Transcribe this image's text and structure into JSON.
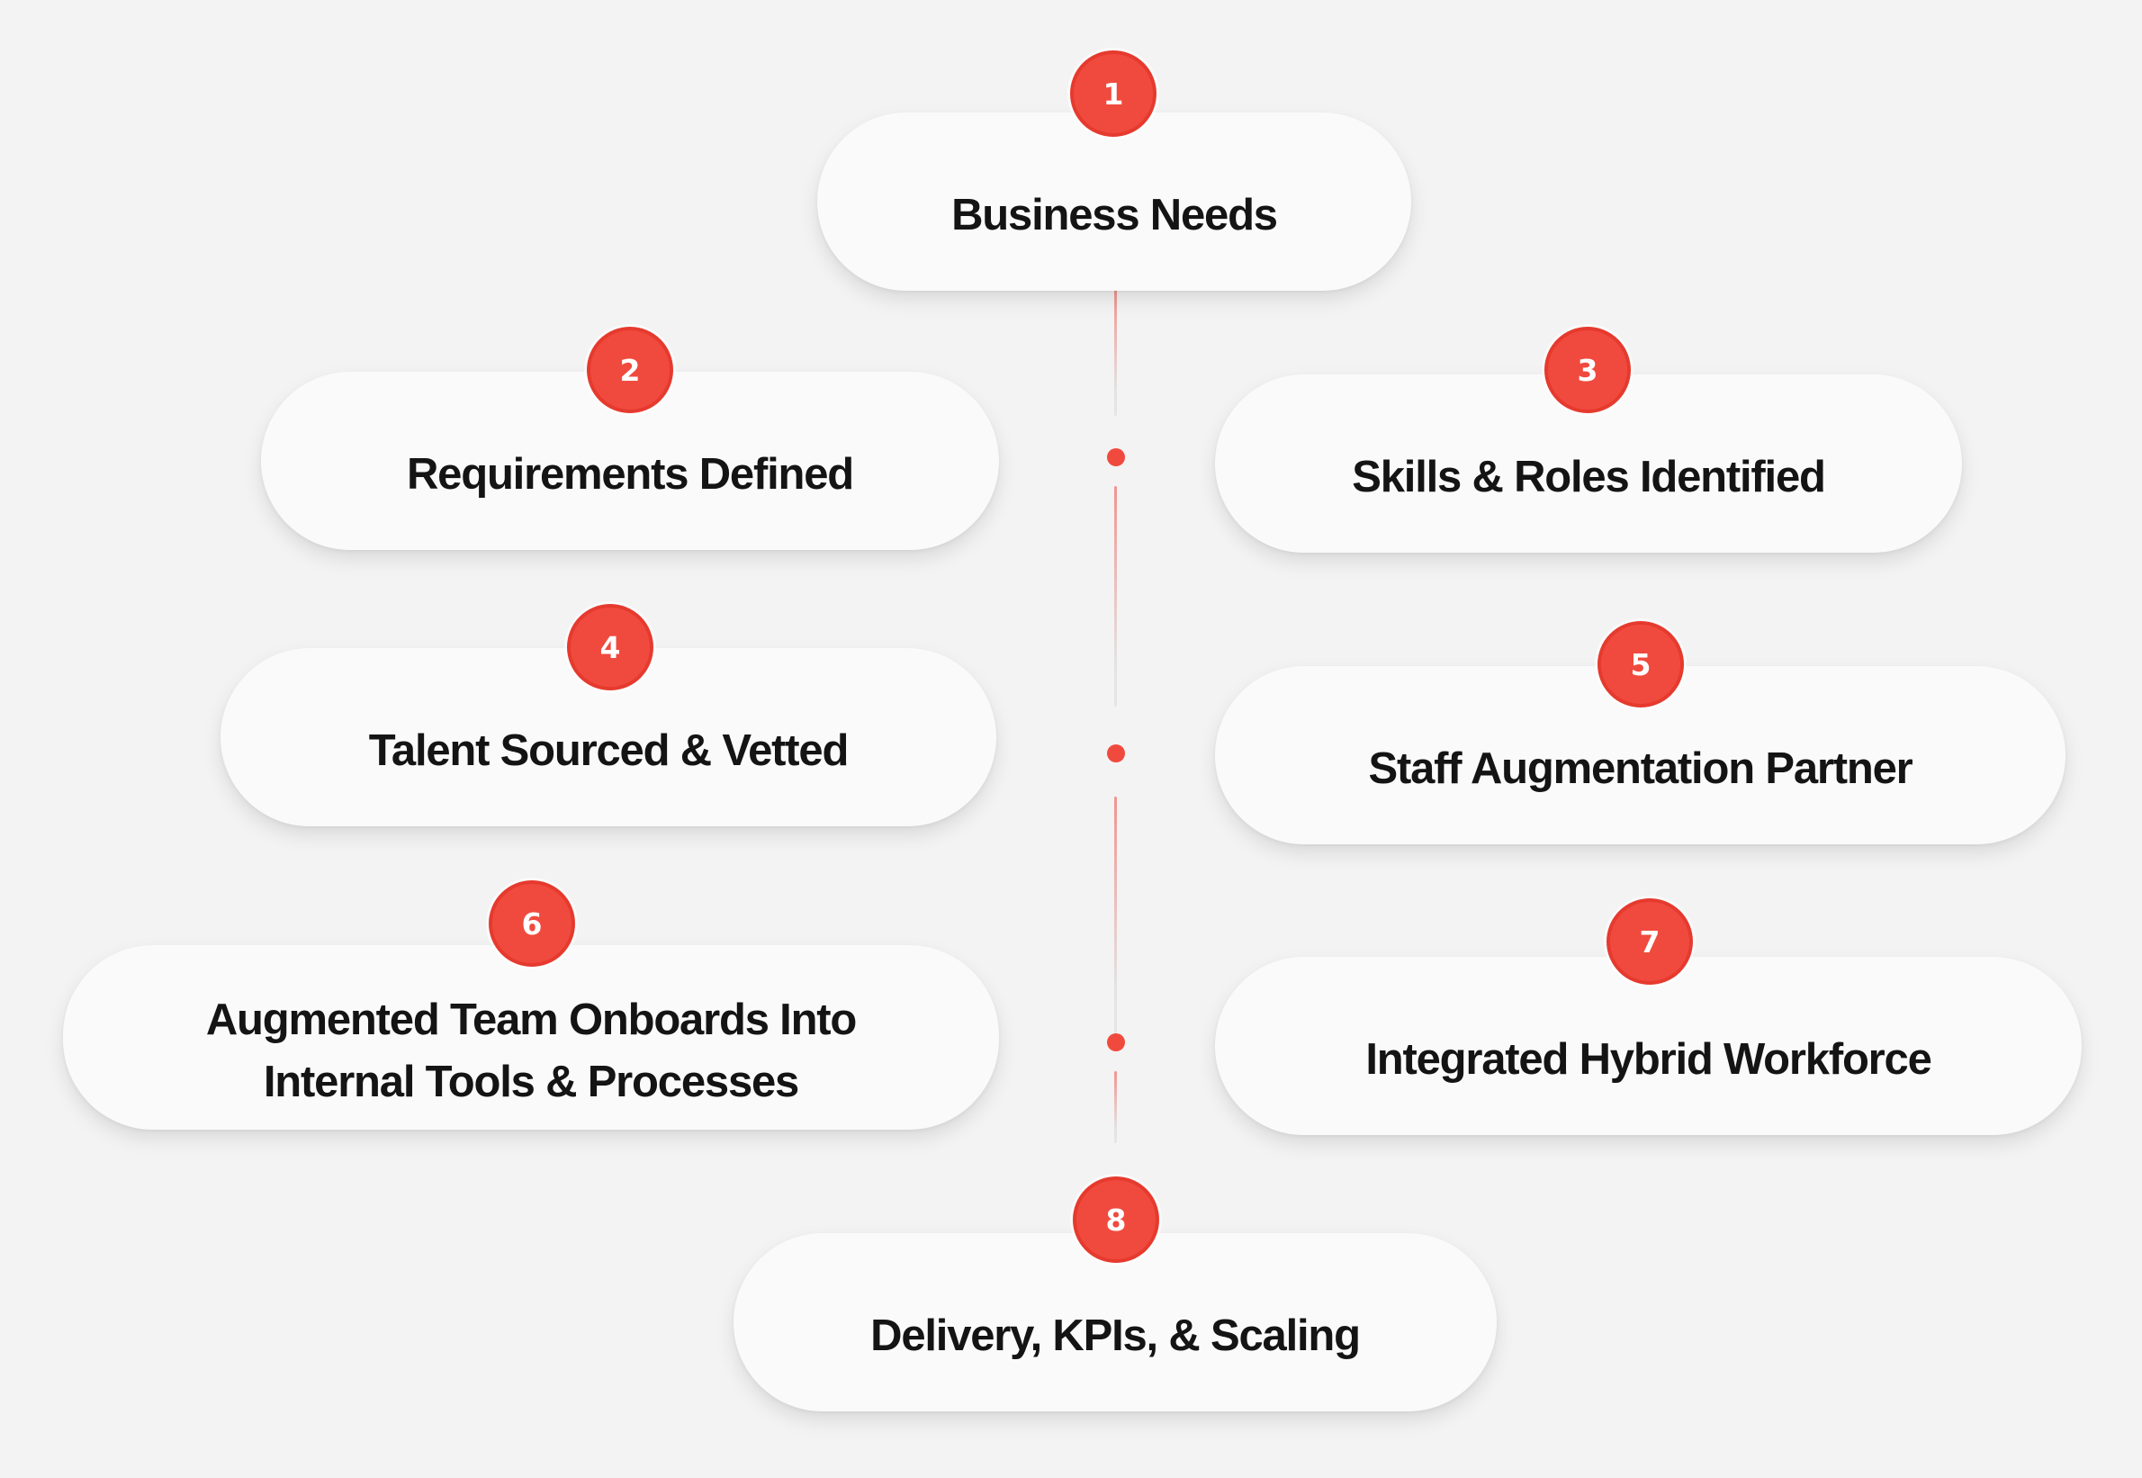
{
  "diagram": {
    "steps": [
      {
        "number": "1",
        "label": "Business Needs"
      },
      {
        "number": "2",
        "label": "Requirements Defined"
      },
      {
        "number": "3",
        "label": "Skills & Roles Identified"
      },
      {
        "number": "4",
        "label": "Talent Sourced & Vetted"
      },
      {
        "number": "5",
        "label": "Staff Augmentation Partner"
      },
      {
        "number": "6",
        "label": "Augmented Team Onboards Into\nInternal Tools & Processes"
      },
      {
        "number": "7",
        "label": "Integrated Hybrid Workforce"
      },
      {
        "number": "8",
        "label": "Delivery, KPIs, & Scaling"
      }
    ],
    "colors": {
      "accent": "#f04a3e",
      "background": "#f3f3f3",
      "card": "#fafafa",
      "text": "#141414"
    }
  }
}
